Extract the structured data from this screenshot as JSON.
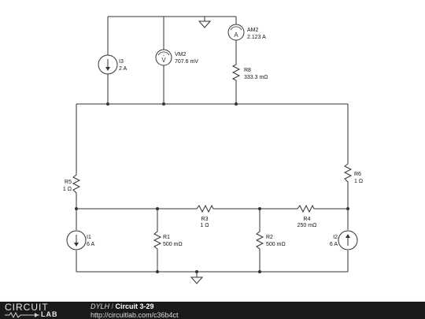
{
  "components": {
    "I3": {
      "name": "I3",
      "value": "2 A"
    },
    "VM2": {
      "name": "VM2",
      "value": "707.6 mV"
    },
    "AM2": {
      "name": "AM2",
      "value": "2.123 A"
    },
    "R8": {
      "name": "R8",
      "value": "333.3 mΩ"
    },
    "R5": {
      "name": "R5",
      "value": "1 Ω"
    },
    "R6": {
      "name": "R6",
      "value": "1 Ω"
    },
    "R3": {
      "name": "R3",
      "value": "1 Ω"
    },
    "R4": {
      "name": "R4",
      "value": "250 mΩ"
    },
    "I1": {
      "name": "I1",
      "value": "6 A"
    },
    "R1": {
      "name": "R1",
      "value": "500 mΩ"
    },
    "R2": {
      "name": "R2",
      "value": "500 mΩ"
    },
    "I2": {
      "name": "I2",
      "value": "6 A"
    }
  },
  "footer": {
    "logo_top": "CIRCUIT",
    "logo_bottom": "LAB",
    "author": "DYLH",
    "separator": " / ",
    "title": "Circuit 3-29",
    "url": "http://circuitlab.com/c36b4ct"
  }
}
